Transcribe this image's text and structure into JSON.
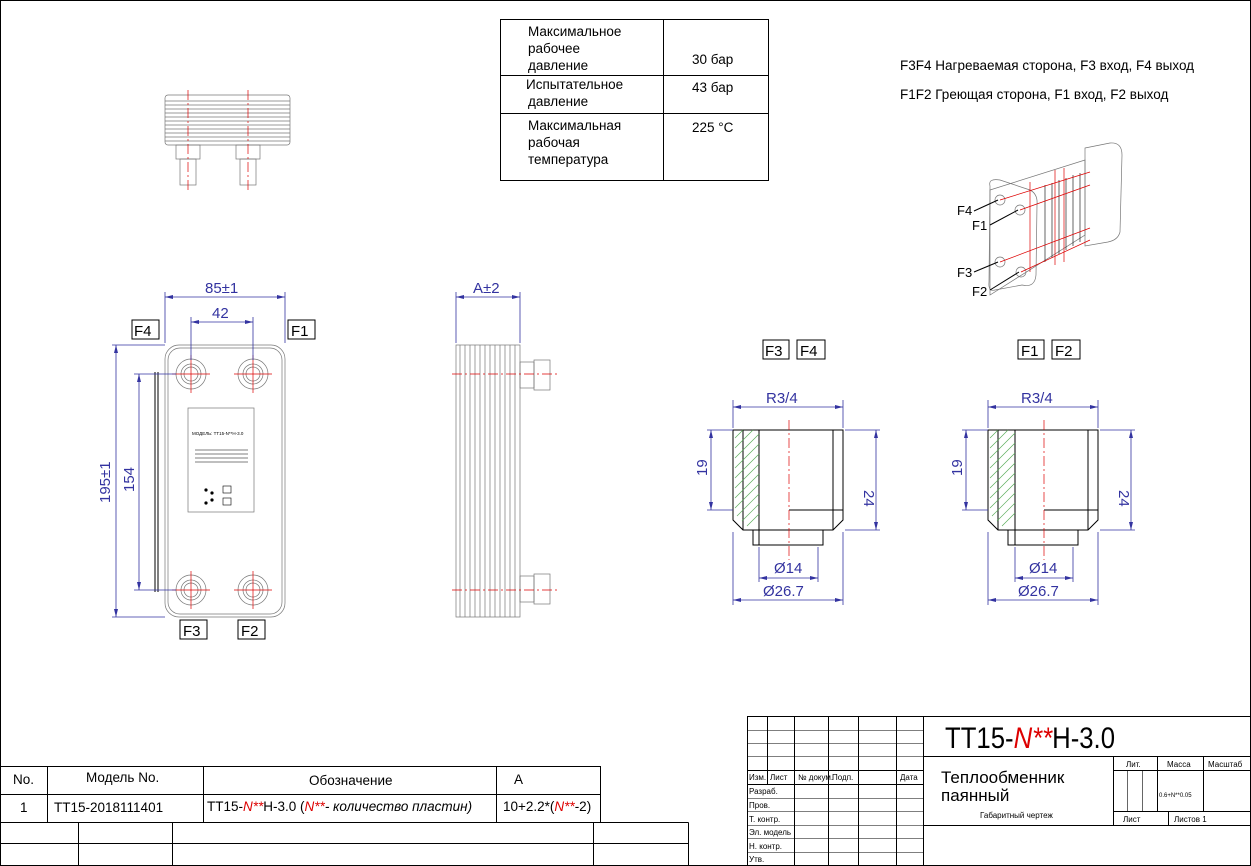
{
  "spec_table": {
    "rows": [
      {
        "label_lines": [
          "Максимальное",
          "рабочее",
          "давление"
        ],
        "value": "30 бар"
      },
      {
        "label_lines": [
          "Испытательное",
          "давление"
        ],
        "value": "43 бар"
      },
      {
        "label_lines": [
          "Максимальная",
          "рабочая",
          "температура"
        ],
        "value": "225 °C"
      }
    ]
  },
  "notes": {
    "line1": "F3F4 Нагреваемая сторона, F3 вход, F4 выход",
    "line2": "F1F2 Греющая сторона, F1 вход, F2 выход"
  },
  "front_view": {
    "width_overall": "85±1",
    "port_spacing_h": "42",
    "height_overall": "195±1",
    "port_spacing_v": "154",
    "port_tags": {
      "top_left": "F4",
      "top_right": "F1",
      "bottom_left": "F3",
      "bottom_right": "F2"
    }
  },
  "side_view": {
    "thickness": "A±2"
  },
  "iso_labels": {
    "f4": "F4",
    "f1": "F1",
    "f3": "F3",
    "f2": "F2"
  },
  "connection_left": {
    "tags": [
      "F3",
      "F4"
    ],
    "thread": "R3/4",
    "h_thread": "19",
    "h_total": "24",
    "d_inner": "Ø14",
    "d_outer": "Ø26.7"
  },
  "connection_right": {
    "tags": [
      "F1",
      "F2"
    ],
    "thread": "R3/4",
    "h_thread": "19",
    "h_total": "24",
    "d_inner": "Ø14",
    "d_outer": "Ø26.7"
  },
  "bom": {
    "headers": [
      "No.",
      "Модель No.",
      "Обозначение",
      "A"
    ],
    "row": {
      "no": "1",
      "model": "TT15-2018111401",
      "designation_pre": "TT15-",
      "designation_n": "N**",
      "designation_mid": "H-3.0  (",
      "designation_n2": "N**",
      "designation_post": "- количество пластин)",
      "a_pre": "10+2.2*(",
      "a_n": "N**",
      "a_post": "-2)"
    }
  },
  "title_block": {
    "code_pre": "TT15-",
    "code_n": "N**",
    "code_post": "H-3.0",
    "name_line1": "Теплообменник",
    "name_line2": "паянный",
    "subtitle": "Габаритный чертеж",
    "col_labels": [
      "Изм.",
      "Лист",
      "№ докум.",
      "Подп.",
      "Дата"
    ],
    "row_labels": [
      "Разраб.",
      "Пров.",
      "Т. контр.",
      "Эл. модель",
      "Н. контр.",
      "Утв."
    ],
    "lit": "Лит.",
    "mass": "Масса",
    "scale": "Масштаб",
    "mass_value": "0.6+N**0.05",
    "sheet": "Лист",
    "sheets": "Листов 1"
  }
}
